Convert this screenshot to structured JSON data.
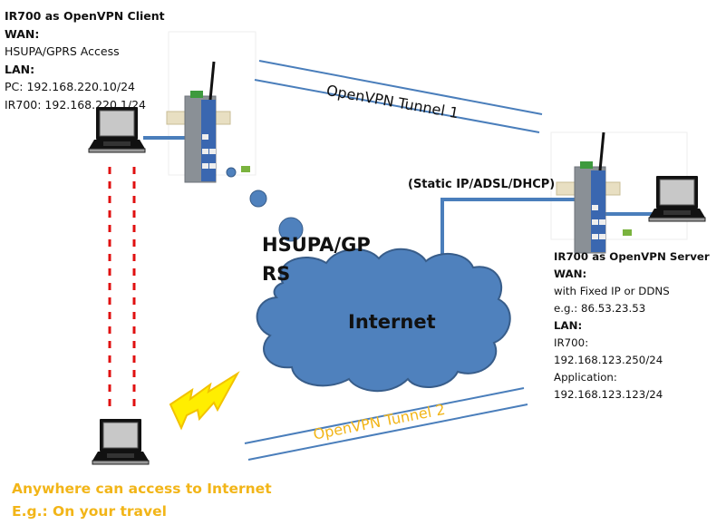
{
  "client": {
    "title": "IR700 as OpenVPN Client",
    "wan_label": "WAN:",
    "wan_value": "HSUPA/GPRS Access",
    "lan_label": "LAN:",
    "pc_ip": "PC: 192.168.220.10/24",
    "router_ip": "IR700: 192.168.220.1/24"
  },
  "server": {
    "title": "IR700 as OpenVPN Server",
    "wan_label": "WAN:",
    "wan_value": "with Fixed IP or DDNS",
    "wan_example": "e.g.: 86.53.23.53",
    "lan_label": "LAN:",
    "router_label": "IR700:",
    "router_ip": "192.168.123.250/24",
    "app_label": "Application:",
    "app_ip": "192.168.123.123/24"
  },
  "links": {
    "server_access": "(Static IP/ADSL/DHCP)",
    "mobile_access_line1": "HSUPA/GP",
    "mobile_access_line2": "RS",
    "cloud": "Internet",
    "tunnel1": "OpenVPN Tunnel 1",
    "tunnel2": "OpenVPN Tunnel 2"
  },
  "roaming": {
    "line1": "Anywhere can access to Internet",
    "line2": "E.g.: On your travel"
  },
  "colors": {
    "link_blue": "#4a7ebb",
    "cloud_fill": "#4f81bd",
    "cloud_stroke": "#385d8a",
    "dashed_red": "#e01010",
    "highlight_yellow": "#f2b518",
    "bolt_yellow": "#ffee00"
  }
}
